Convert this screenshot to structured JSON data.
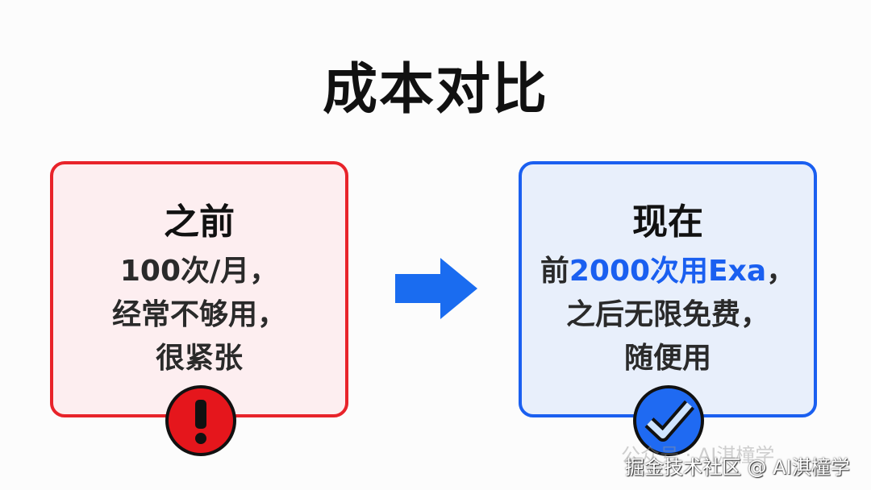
{
  "title": "成本对比",
  "before": {
    "heading": "之前",
    "lines": [
      "100次/月，",
      "经常不够用，",
      "很紧张"
    ],
    "icon": "exclamation-icon",
    "color": "#e8232a"
  },
  "after": {
    "heading": "现在",
    "line1_prefix": "前",
    "line1_highlight": "2000次用Exa",
    "line1_suffix": "，",
    "lines": [
      "之后无限免费，",
      "随便用"
    ],
    "icon": "checkmark-icon",
    "color": "#1a5ff0"
  },
  "arrow_icon": "arrow-right-icon",
  "watermarks": {
    "faded": "公众号 · AI淇橦学",
    "main": "掘金技术社区 @ AI淇橦学"
  }
}
